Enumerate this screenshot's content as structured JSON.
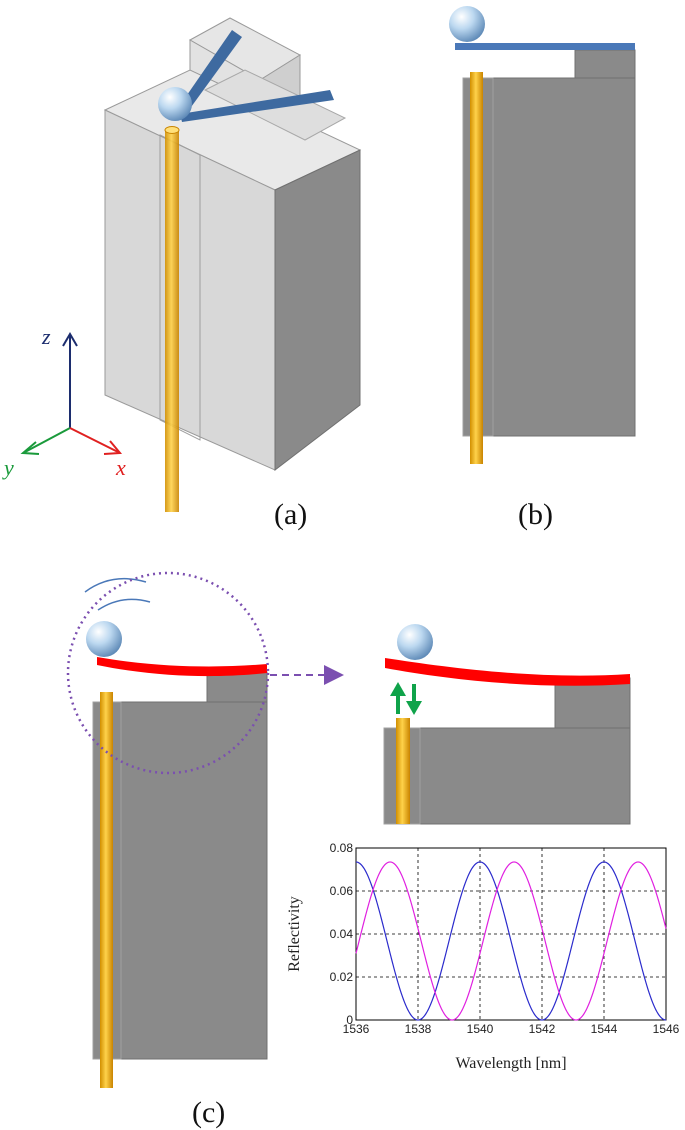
{
  "labels": {
    "a": "(a)",
    "b": "(b)",
    "c": "(c)"
  },
  "axes_triad": {
    "z": "z",
    "y": "y",
    "x": "x"
  },
  "colors": {
    "block_gray": "#8a8a8a",
    "block_light": "#d9d9d9",
    "fiber_yellow": "#f2b10f",
    "cantilever_blue": "#4a78b8",
    "cantilever_red": "#ff0000",
    "arrow_green": "#0fa34a",
    "pointer_purple": "#7b4fb0",
    "series_blue": "#2b2bcc",
    "series_magenta": "#e020e0"
  },
  "chart_data": {
    "type": "line",
    "xlabel": "Wavelength [nm]",
    "ylabel": "Reflectivity",
    "xlim": [
      1536,
      1546
    ],
    "ylim": [
      0,
      0.08
    ],
    "xticks": [
      "1536",
      "1538",
      "1540",
      "1542",
      "1544",
      "1546"
    ],
    "yticks": [
      "0",
      "0.02",
      "0.04",
      "0.06",
      "0.08"
    ],
    "grid": true,
    "series": [
      {
        "color": "#2b2bcc",
        "amplitude": 0.0735,
        "period_nm": 4,
        "peaks_at": [
          1536.0,
          1540.0,
          1544.0
        ]
      },
      {
        "color": "#e020e0",
        "amplitude": 0.0735,
        "period_nm": 4,
        "peaks_at": [
          1537.1,
          1541.1,
          1545.1
        ]
      }
    ]
  }
}
